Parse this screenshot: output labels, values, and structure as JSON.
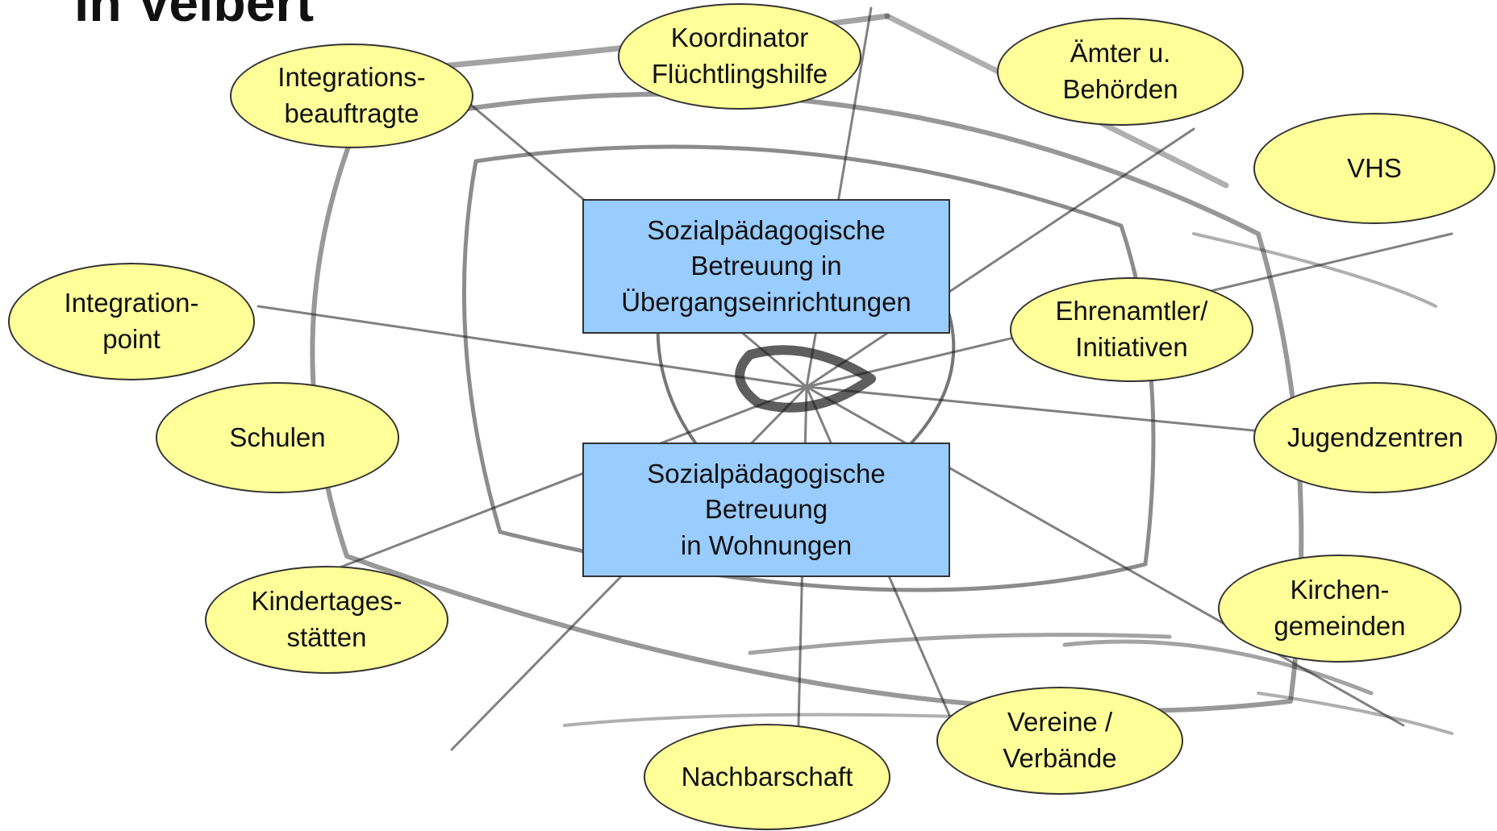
{
  "title": "in Velbert",
  "center": {
    "upper": "Sozialpädagogische\nBetreuung  in\nÜbergangseinrichtungen",
    "lower": "Sozialpädagogische\nBetreuung\nin Wohnungen"
  },
  "nodes": {
    "integrationsbeauftragte": "Integrations-\nbeauftragte",
    "koordinator": "Koordinator\nFlüchtlingshilfe",
    "aemter": "Ämter u.\nBehörden",
    "vhs": "VHS",
    "integrationpoint": "Integration-\npoint",
    "ehrenamtler": "Ehrenamtler/\nInitiativen",
    "schulen": "Schulen",
    "jugendzentren": "Jugendzentren",
    "kindertagesstaetten": "Kindertages-\nstätten",
    "kirchengemeinden": "Kirchen-\ngemeinden",
    "vereine": "Vereine /\nVerbände",
    "nachbarschaft": "Nachbarschaft"
  },
  "colors": {
    "node_fill": "#ffff99",
    "box_fill": "#99ccff",
    "web_stroke": "#1a1a1a"
  }
}
